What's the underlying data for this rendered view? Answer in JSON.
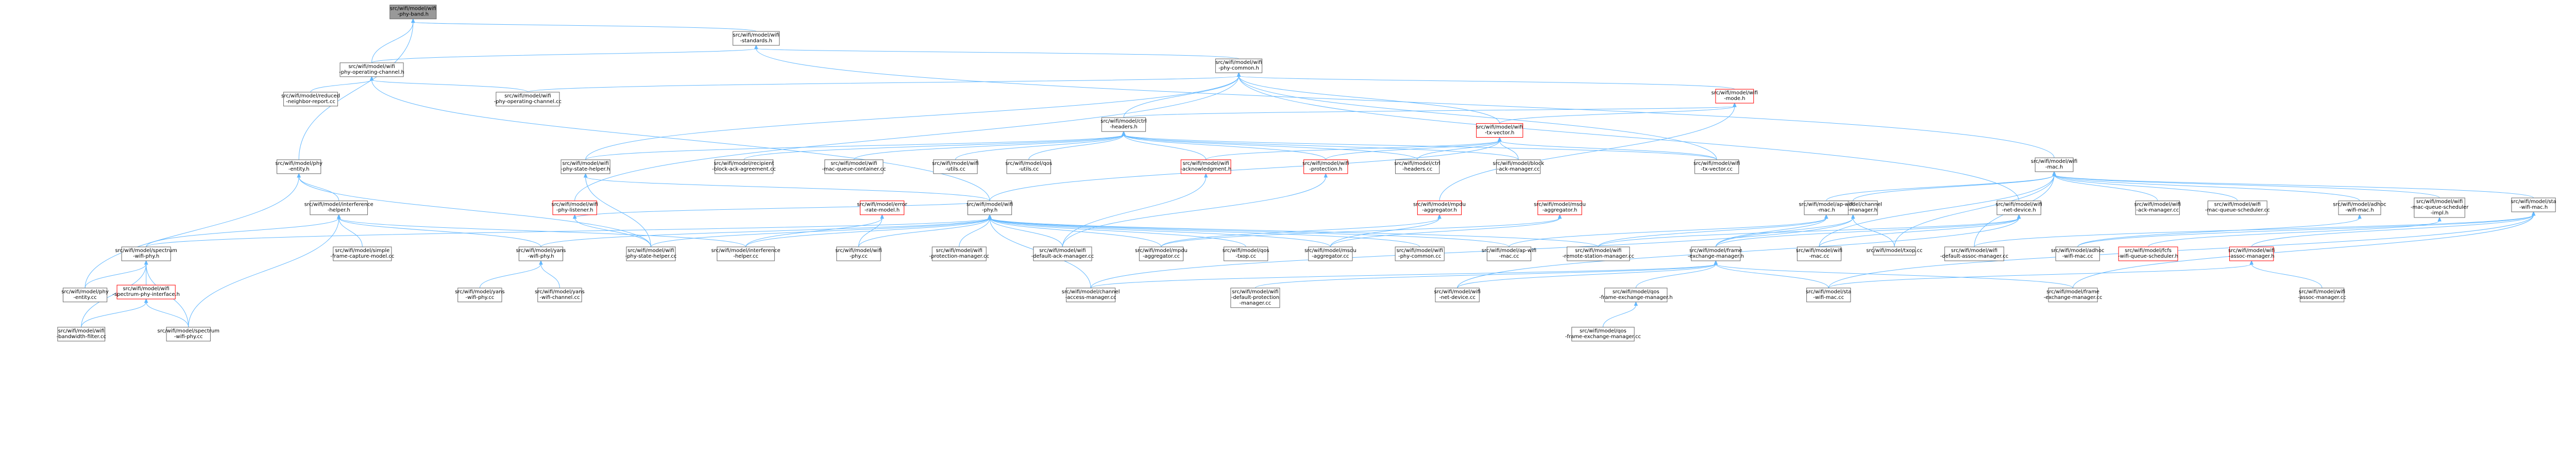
{
  "nodes": [
    {
      "id": "root",
      "lines": [
        "src/wifi/model/wifi",
        "-phy-band.h"
      ],
      "style": "gray"
    },
    {
      "id": "standards",
      "lines": [
        "src/wifi/model/wifi",
        "-standards.h"
      ],
      "style": "normal"
    },
    {
      "id": "phyopch",
      "lines": [
        "src/wifi/model/wifi",
        "-phy-operating-channel.h"
      ],
      "style": "normal"
    },
    {
      "id": "phycommon",
      "lines": [
        "src/wifi/model/wifi",
        "-phy-common.h"
      ],
      "style": "normal"
    },
    {
      "id": "reduced",
      "lines": [
        "src/wifi/model/reduced",
        "-neighbor-report.cc"
      ],
      "style": "normal"
    },
    {
      "id": "phyopcc",
      "lines": [
        "src/wifi/model/wifi",
        "-phy-operating-channel.cc"
      ],
      "style": "normal"
    },
    {
      "id": "mode",
      "lines": [
        "src/wifi/model/wifi",
        "-mode.h"
      ],
      "style": "red"
    },
    {
      "id": "ctrl",
      "lines": [
        "src/wifi/model/ctrl",
        "-headers.h"
      ],
      "style": "normal"
    },
    {
      "id": "txvector",
      "lines": [
        "src/wifi/model/wifi",
        "-tx-vector.h"
      ],
      "style": "red"
    },
    {
      "id": "macm",
      "lines": [
        "src/wifi/model/wifi",
        "-mac.h"
      ],
      "style": "normal"
    },
    {
      "id": "phyentityh",
      "lines": [
        "src/wifi/model/phy",
        "-entity.h"
      ],
      "style": "normal"
    },
    {
      "id": "phystatehelperh",
      "lines": [
        "src/wifi/model/wifi",
        "-phy-state-helper.h"
      ],
      "style": "normal"
    },
    {
      "id": "recipient",
      "lines": [
        "src/wifi/model/recipient",
        "-block-ack-agreement.cc"
      ],
      "style": "normal"
    },
    {
      "id": "macqcont",
      "lines": [
        "src/wifi/model/wifi",
        "-mac-queue-container.cc"
      ],
      "style": "normal"
    },
    {
      "id": "utilsh",
      "lines": [
        "src/wifi/model/wifi",
        "-utils.cc"
      ],
      "style": "normal"
    },
    {
      "id": "qosutils",
      "lines": [
        "src/wifi/model/qos",
        "-utils.cc"
      ],
      "style": "normal"
    },
    {
      "id": "ackman",
      "lines": [
        "src/wifi/model/wifi",
        "-acknowledgment.h"
      ],
      "style": "red"
    },
    {
      "id": "protection",
      "lines": [
        "src/wifi/model/wifi",
        "-protection.h"
      ],
      "style": "red"
    },
    {
      "id": "ctrlcc",
      "lines": [
        "src/wifi/model/ctrl",
        "-headers.cc"
      ],
      "style": "normal"
    },
    {
      "id": "blockack",
      "lines": [
        "src/wifi/model/block",
        "-ack-manager.cc"
      ],
      "style": "normal"
    },
    {
      "id": "txvectorcc",
      "lines": [
        "src/wifi/model/wifi",
        "-tx-vector.cc"
      ],
      "style": "normal"
    },
    {
      "id": "netdevh",
      "lines": [
        "src/wifi/model/wifi",
        "-net-device.h"
      ],
      "style": "normal"
    },
    {
      "id": "chaccessh",
      "lines": [
        "src/wifi/model/channel",
        "-access-manager.h"
      ],
      "style": "normal"
    },
    {
      "id": "interfh",
      "lines": [
        "src/wifi/model/interference",
        "-helper.h"
      ],
      "style": "normal"
    },
    {
      "id": "phylistener",
      "lines": [
        "src/wifi/model/wifi",
        "-phy-listener.h"
      ],
      "style": "red"
    },
    {
      "id": "errorrate",
      "lines": [
        "src/wifi/model/error",
        "-rate-model.h"
      ],
      "style": "red"
    },
    {
      "id": "phyh",
      "lines": [
        "src/wifi/model/wifi",
        "-phy.h"
      ],
      "style": "normal"
    },
    {
      "id": "mpduagg",
      "lines": [
        "src/wifi/model/mpdu",
        "-aggregator.h"
      ],
      "style": "red"
    },
    {
      "id": "msduagg",
      "lines": [
        "src/wifi/model/msdu",
        "-aggregator.h"
      ],
      "style": "red"
    },
    {
      "id": "apmac",
      "lines": [
        "src/wifi/model/ap-wifi",
        "-mac.h"
      ],
      "style": "normal"
    },
    {
      "id": "ackmgrcc",
      "lines": [
        "src/wifi/model/wifi",
        "-ack-manager.cc"
      ],
      "style": "normal"
    },
    {
      "id": "macqsched",
      "lines": [
        "src/wifi/model/wifi",
        "-mac-queue-scheduler.cc"
      ],
      "style": "normal"
    },
    {
      "id": "adhoch",
      "lines": [
        "src/wifi/model/adhoc",
        "-wifi-mac.h"
      ],
      "style": "normal"
    },
    {
      "id": "macqschedimpl",
      "lines": [
        "src/wifi/model/wifi",
        "-mac-queue-scheduler",
        "-impl.h"
      ],
      "style": "normal"
    },
    {
      "id": "stamach",
      "lines": [
        "src/wifi/model/sta",
        "-wifi-mac.h"
      ],
      "style": "normal"
    },
    {
      "id": "spectrumphyh",
      "lines": [
        "src/wifi/model/spectrum",
        "-wifi-phy.h"
      ],
      "style": "normal"
    },
    {
      "id": "simpleframe",
      "lines": [
        "src/wifi/model/simple",
        "-frame-capture-model.cc"
      ],
      "style": "normal"
    },
    {
      "id": "yansphyh",
      "lines": [
        "src/wifi/model/yans",
        "-wifi-phy.h"
      ],
      "style": "normal"
    },
    {
      "id": "phystatehelpercc",
      "lines": [
        "src/wifi/model/wifi",
        "-phy-state-helper.cc"
      ],
      "style": "normal"
    },
    {
      "id": "interfcc",
      "lines": [
        "src/wifi/model/interference",
        "-helper.cc"
      ],
      "style": "normal"
    },
    {
      "id": "phycc",
      "lines": [
        "src/wifi/model/wifi",
        "-phy.cc"
      ],
      "style": "normal"
    },
    {
      "id": "protmgrcc",
      "lines": [
        "src/wifi/model/wifi",
        "-protection-manager.cc"
      ],
      "style": "normal"
    },
    {
      "id": "defackcc",
      "lines": [
        "src/wifi/model/wifi",
        "-default-ack-manager.cc"
      ],
      "style": "normal"
    },
    {
      "id": "mpduaggcc",
      "lines": [
        "src/wifi/model/mpdu",
        "-aggregator.cc"
      ],
      "style": "normal"
    },
    {
      "id": "qostxopcc",
      "lines": [
        "src/wifi/model/qos",
        "-txop.cc"
      ],
      "style": "normal"
    },
    {
      "id": "msduaggcc",
      "lines": [
        "src/wifi/model/msdu",
        "-aggregator.cc"
      ],
      "style": "normal"
    },
    {
      "id": "phycommoncc",
      "lines": [
        "src/wifi/model/wifi",
        "-phy-common.cc"
      ],
      "style": "normal"
    },
    {
      "id": "apmaccc",
      "lines": [
        "src/wifi/model/ap-wifi",
        "-mac.cc"
      ],
      "style": "normal"
    },
    {
      "id": "remotestation",
      "lines": [
        "src/wifi/model/wifi",
        "-remote-station-manager.cc"
      ],
      "style": "normal"
    },
    {
      "id": "frameexch",
      "lines": [
        "src/wifi/model/frame",
        "-exchange-manager.h"
      ],
      "style": "normal"
    },
    {
      "id": "maccc",
      "lines": [
        "src/wifi/model/wifi",
        "-mac.cc"
      ],
      "style": "normal"
    },
    {
      "id": "txopcc",
      "lines": [
        "src/wifi/model/txop.cc"
      ],
      "style": "normal"
    },
    {
      "id": "defassoc",
      "lines": [
        "src/wifi/model/wifi",
        "-default-assoc-manager.cc"
      ],
      "style": "normal"
    },
    {
      "id": "adhoccc",
      "lines": [
        "src/wifi/model/adhoc",
        "-wifi-mac.cc"
      ],
      "style": "normal"
    },
    {
      "id": "fcfs",
      "lines": [
        "src/wifi/model/fcfs",
        "-wifi-queue-scheduler.h"
      ],
      "style": "red"
    },
    {
      "id": "assocmgrh",
      "lines": [
        "src/wifi/model/wifi",
        "-assoc-manager.h"
      ],
      "style": "red"
    },
    {
      "id": "phyentitycc",
      "lines": [
        "src/wifi/model/phy",
        "-entity.cc"
      ],
      "style": "normal"
    },
    {
      "id": "spectrumphyif",
      "lines": [
        "src/wifi/model/wifi",
        "-spectrum-phy-interface.h"
      ],
      "style": "red"
    },
    {
      "id": "yansphycc",
      "lines": [
        "src/wifi/model/yans",
        "-wifi-phy.cc"
      ],
      "style": "normal"
    },
    {
      "id": "yanschannel",
      "lines": [
        "src/wifi/model/yans",
        "-wifi-channel.cc"
      ],
      "style": "normal"
    },
    {
      "id": "chaccesscc",
      "lines": [
        "src/wifi/model/channel",
        "-access-manager.cc"
      ],
      "style": "normal"
    },
    {
      "id": "defprotcc",
      "lines": [
        "src/wifi/model/wifi",
        "-default-protection",
        "-manager.cc"
      ],
      "style": "normal"
    },
    {
      "id": "netdevcc",
      "lines": [
        "src/wifi/model/wifi",
        "-net-device.cc"
      ],
      "style": "normal"
    },
    {
      "id": "qosframeh",
      "lines": [
        "src/wifi/model/qos",
        "-frame-exchange-manager.h"
      ],
      "style": "normal"
    },
    {
      "id": "stamaccc",
      "lines": [
        "src/wifi/model/sta",
        "-wifi-mac.cc"
      ],
      "style": "normal"
    },
    {
      "id": "frameexchcc",
      "lines": [
        "src/wifi/model/frame",
        "-exchange-manager.cc"
      ],
      "style": "normal"
    },
    {
      "id": "assocmgrcc",
      "lines": [
        "src/wifi/model/wifi",
        "-assoc-manager.cc"
      ],
      "style": "normal"
    },
    {
      "id": "bandwidth",
      "lines": [
        "src/wifi/model/wifi",
        "-bandwidth-filter.cc"
      ],
      "style": "normal"
    },
    {
      "id": "spectrumphycc",
      "lines": [
        "src/wifi/model/spectrum",
        "-wifi-phy.cc"
      ],
      "style": "normal"
    },
    {
      "id": "qosframecc",
      "lines": [
        "src/wifi/model/qos",
        "-frame-exchange-manager.cc"
      ],
      "style": "normal"
    }
  ],
  "edges": [
    [
      "root",
      "standards"
    ],
    [
      "root",
      "phyopch"
    ],
    [
      "root",
      "phyentityh"
    ],
    [
      "standards",
      "phyopch"
    ],
    [
      "standards",
      "phycommon"
    ],
    [
      "standards",
      "macm"
    ],
    [
      "phyopch",
      "reduced"
    ],
    [
      "phyopch",
      "phyopcc"
    ],
    [
      "phyopch",
      "phyh"
    ],
    [
      "phycommon",
      "phyopcc"
    ],
    [
      "phycommon",
      "mode"
    ],
    [
      "phycommon",
      "ctrl"
    ],
    [
      "phycommon",
      "txvector"
    ],
    [
      "phycommon",
      "phystatehelperh"
    ],
    [
      "phycommon",
      "phylistener"
    ],
    [
      "phycommon",
      "txvectorcc"
    ],
    [
      "phycommon",
      "netdevh"
    ],
    [
      "mode",
      "txvector"
    ],
    [
      "mode",
      "ctrl"
    ],
    [
      "mode",
      "mpduagg"
    ],
    [
      "ctrl",
      "phystatehelperh"
    ],
    [
      "ctrl",
      "recipient"
    ],
    [
      "ctrl",
      "macqcont"
    ],
    [
      "ctrl",
      "utilsh"
    ],
    [
      "ctrl",
      "qosutils"
    ],
    [
      "ctrl",
      "ackman"
    ],
    [
      "ctrl",
      "protection"
    ],
    [
      "ctrl",
      "ctrlcc"
    ],
    [
      "ctrl",
      "blockack"
    ],
    [
      "ctrl",
      "txvectorcc"
    ],
    [
      "txvector",
      "ackman"
    ],
    [
      "txvector",
      "protection"
    ],
    [
      "txvector",
      "ctrlcc"
    ],
    [
      "txvector",
      "blockack"
    ],
    [
      "txvector",
      "txvectorcc"
    ],
    [
      "txvector",
      "phyh"
    ],
    [
      "macm",
      "apmac"
    ],
    [
      "macm",
      "chaccessh"
    ],
    [
      "macm",
      "ackmgrcc"
    ],
    [
      "macm",
      "macqsched"
    ],
    [
      "macm",
      "adhoch"
    ],
    [
      "macm",
      "macqschedimpl"
    ],
    [
      "macm",
      "stamach"
    ],
    [
      "macm",
      "maccc"
    ],
    [
      "macm",
      "txopcc"
    ],
    [
      "macm",
      "defassoc"
    ],
    [
      "phyentityh",
      "interfh"
    ],
    [
      "phyentityh",
      "phyentitycc"
    ],
    [
      "phyentityh",
      "phystatehelpercc"
    ],
    [
      "phystatehelperh",
      "phystatehelpercc"
    ],
    [
      "phystatehelperh",
      "phyh"
    ],
    [
      "protection",
      "defackcc"
    ],
    [
      "ackman",
      "defackcc"
    ],
    [
      "interfh",
      "spectrumphyh"
    ],
    [
      "interfh",
      "simpleframe"
    ],
    [
      "interfh",
      "yansphyh"
    ],
    [
      "interfh",
      "interfcc"
    ],
    [
      "interfh",
      "spectrumphycc"
    ],
    [
      "phylistener",
      "phystatehelpercc"
    ],
    [
      "phylistener",
      "phyh"
    ],
    [
      "errorrate",
      "interfcc"
    ],
    [
      "errorrate",
      "phycc"
    ],
    [
      "phyh",
      "spectrumphyh"
    ],
    [
      "phyh",
      "yansphyh"
    ],
    [
      "phyh",
      "phystatehelpercc"
    ],
    [
      "phyh",
      "interfcc"
    ],
    [
      "phyh",
      "phycc"
    ],
    [
      "phyh",
      "protmgrcc"
    ],
    [
      "phyh",
      "defackcc"
    ],
    [
      "phyh",
      "mpduaggcc"
    ],
    [
      "phyh",
      "qostxopcc"
    ],
    [
      "phyh",
      "msduaggcc"
    ],
    [
      "phyh",
      "phycommoncc"
    ],
    [
      "phyh",
      "apmaccc"
    ],
    [
      "phyh",
      "remotestation"
    ],
    [
      "phyh",
      "chaccesscc"
    ],
    [
      "mpduagg",
      "mpduaggcc"
    ],
    [
      "mpduagg",
      "msduaggcc"
    ],
    [
      "msduagg",
      "msduaggcc"
    ],
    [
      "msduagg",
      "mpduaggcc"
    ],
    [
      "apmac",
      "apmaccc"
    ],
    [
      "apmac",
      "remotestation"
    ],
    [
      "apmac",
      "frameexch"
    ],
    [
      "netdevh",
      "remotestation"
    ],
    [
      "netdevh",
      "netdevcc"
    ],
    [
      "netdevh",
      "frameexch"
    ],
    [
      "netdevh",
      "maccc"
    ],
    [
      "chaccessh",
      "frameexch"
    ],
    [
      "chaccessh",
      "chaccesscc"
    ],
    [
      "chaccessh",
      "txopcc"
    ],
    [
      "adhoch",
      "adhoccc"
    ],
    [
      "macqschedimpl",
      "fcfs"
    ],
    [
      "stamach",
      "defassoc"
    ],
    [
      "stamach",
      "assocmgrh"
    ],
    [
      "stamach",
      "stamaccc"
    ],
    [
      "stamach",
      "adhoccc"
    ],
    [
      "stamach",
      "frameexchcc"
    ],
    [
      "assocmgrh",
      "assocmgrcc"
    ],
    [
      "assocmgrh",
      "stamaccc"
    ],
    [
      "spectrumphyh",
      "phyentitycc"
    ],
    [
      "spectrumphyh",
      "spectrumphyif"
    ],
    [
      "spectrumphyh",
      "bandwidth"
    ],
    [
      "spectrumphyh",
      "spectrumphycc"
    ],
    [
      "spectrumphyif",
      "bandwidth"
    ],
    [
      "spectrumphyif",
      "spectrumphycc"
    ],
    [
      "yansphyh",
      "yansphycc"
    ],
    [
      "yansphyh",
      "yanschannel"
    ],
    [
      "frameexch",
      "chaccesscc"
    ],
    [
      "frameexch",
      "defprotcc"
    ],
    [
      "frameexch",
      "netdevcc"
    ],
    [
      "frameexch",
      "qosframeh"
    ],
    [
      "frameexch",
      "stamaccc"
    ],
    [
      "frameexch",
      "frameexchcc"
    ],
    [
      "qosframeh",
      "qosframecc"
    ]
  ]
}
